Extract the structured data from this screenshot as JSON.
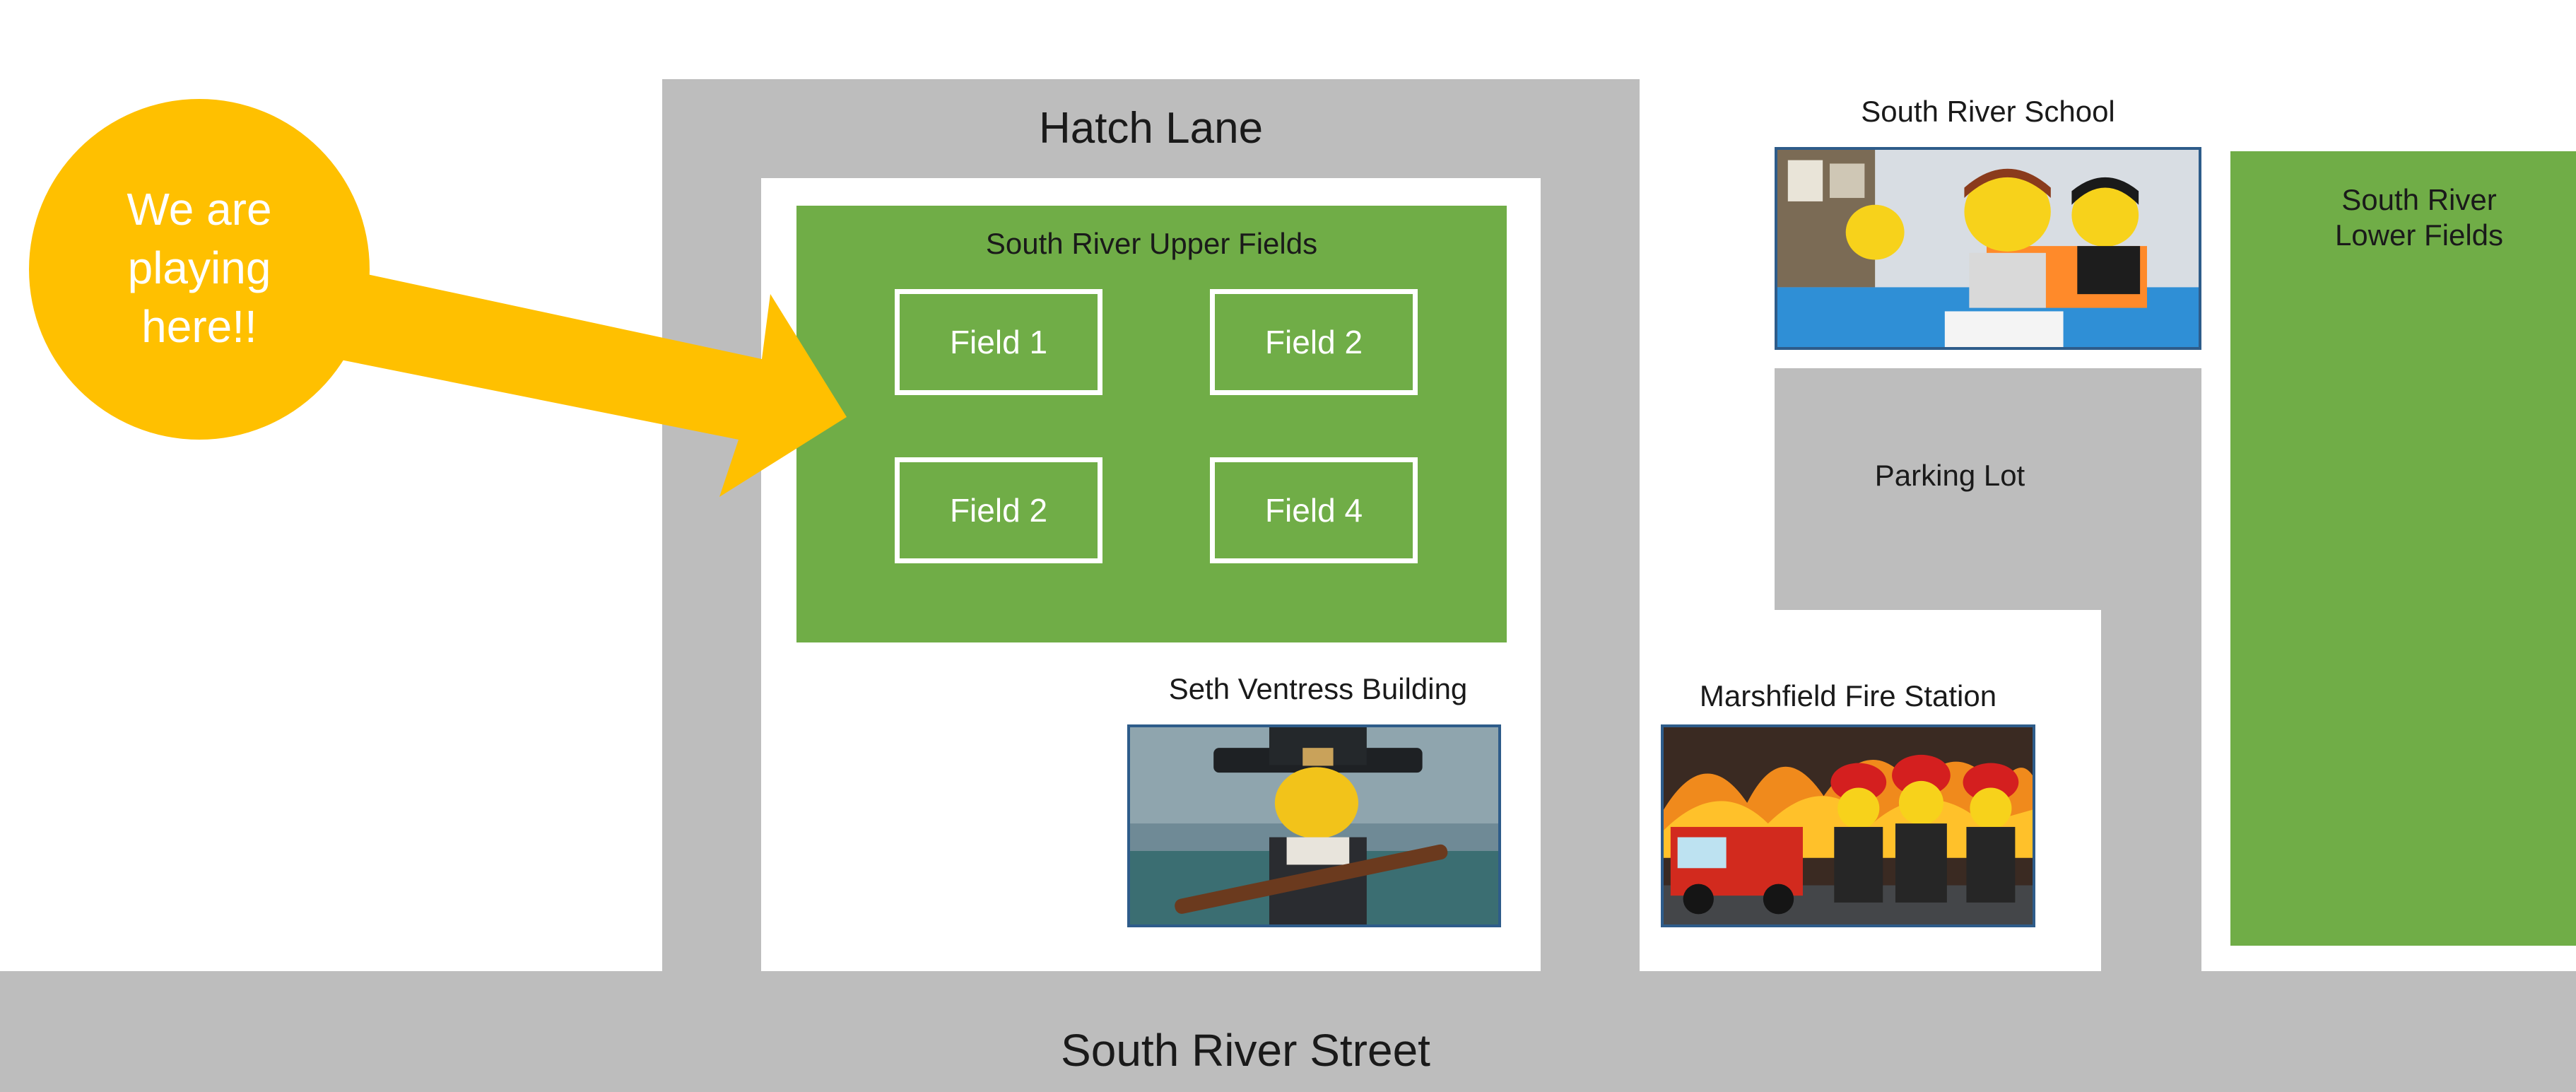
{
  "roads": {
    "hatch_lane": "Hatch Lane",
    "south_river_street": "South River Street"
  },
  "upper_fields": {
    "title": "South River Upper Fields",
    "fields": [
      "Field 1",
      "Field 2",
      "Field 2",
      "Field 4"
    ]
  },
  "callout": {
    "text_line1": "We are",
    "text_line2": "playing",
    "text_line3": "here!!",
    "color": "#ffc000"
  },
  "buildings": {
    "seth_ventress": "Seth Ventress Building",
    "school": "South River School",
    "parking_lot": "Parking Lot",
    "fire_station": "Marshfield Fire Station",
    "lower_fields_line1": "South River",
    "lower_fields_line2": "Lower Fields"
  },
  "colors": {
    "road": "#bdbdbd",
    "field_green": "#70ad47",
    "callout_yellow": "#ffc000"
  }
}
